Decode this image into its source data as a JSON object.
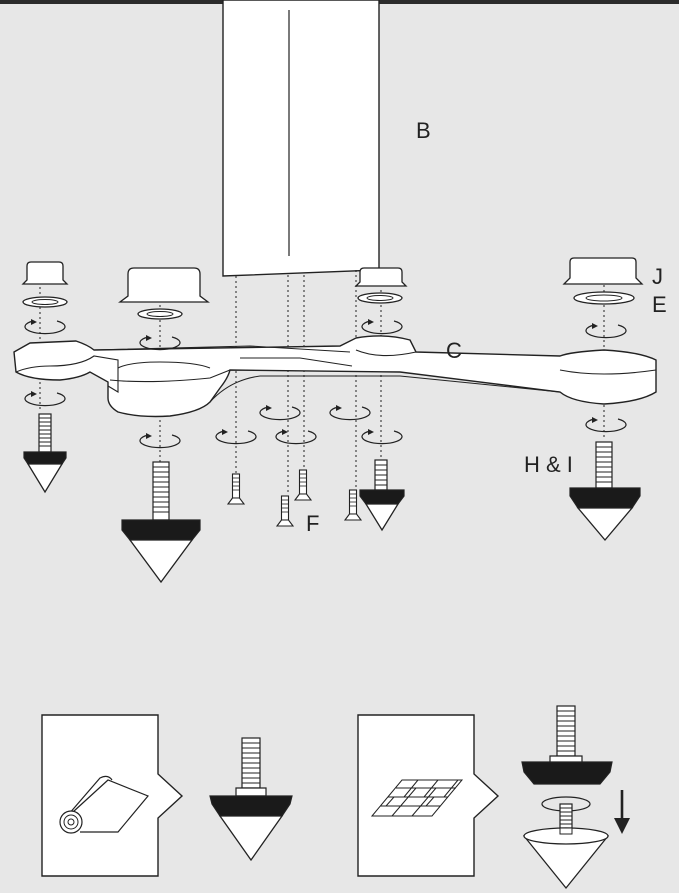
{
  "labels": {
    "b": "B",
    "j": "J",
    "e": "E",
    "c": "C",
    "h_i": "H & I",
    "f": "F"
  },
  "icons": [
    "speaker-column",
    "cap",
    "washer",
    "rotation-arrow",
    "spike",
    "screw",
    "carpet-roll",
    "floor-tiles",
    "down-arrow"
  ],
  "colors": {
    "background": "#e7e7e7",
    "line": "#222222",
    "fill_white": "#ffffff",
    "fill_black": "#1a1a1a"
  }
}
